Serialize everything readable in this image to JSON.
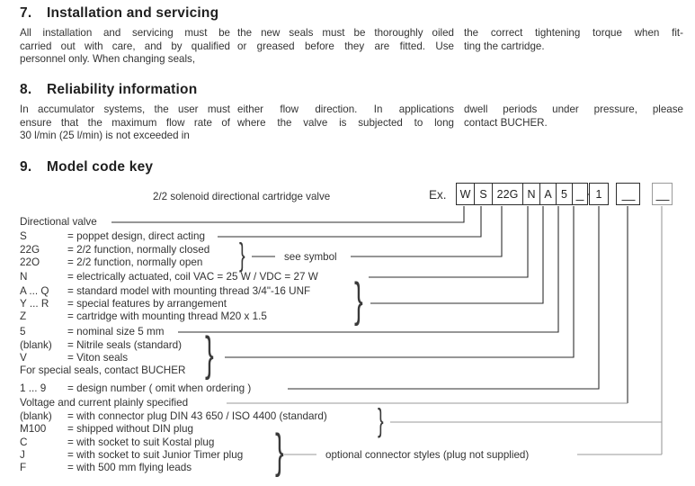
{
  "sections": [
    {
      "number": "7.",
      "title": "Installation and servicing",
      "columns": [
        {
          "lines": [
            "All installation and servicing must be",
            "carried out with care, and by qualified",
            "personnel only. When changing seals,"
          ]
        },
        {
          "lines": [
            "the new seals must be thoroughly oiled",
            "or greased before they are fitted. Use"
          ]
        },
        {
          "lines": [
            "the correct tightening torque when fit-",
            "ting the cartridge."
          ]
        }
      ]
    },
    {
      "number": "8.",
      "title": "Reliability information",
      "columns": [
        {
          "lines": [
            "In accumulator systems, the user must",
            "ensure that the maximum flow rate of",
            "30 l/min (25 l/min) is not exceeded in"
          ]
        },
        {
          "lines": [
            "either flow direction. In applications",
            "where the valve is subjected to long"
          ]
        },
        {
          "lines": [
            "dwell periods under pressure, please",
            "contact BUCHER."
          ]
        }
      ]
    },
    {
      "number": "9.",
      "title": "Model code key"
    }
  ],
  "model_code": {
    "caption": "2/2 solenoid directional cartridge valve",
    "example_label": "Ex.",
    "cells": [
      "W",
      "S",
      "22G",
      "N",
      "A",
      "5",
      ""
    ],
    "design_box": "1",
    "annotations": {
      "see_symbol": "see symbol",
      "optional_connectors": "optional connector styles (plug not supplied)"
    },
    "key_rows": [
      {
        "code": "Directional valve",
        "desc": ""
      },
      {
        "code": "S",
        "desc": "= poppet design, direct acting"
      },
      {
        "code": "22G",
        "desc": "= 2/2 function, normally closed"
      },
      {
        "code": "22O",
        "desc": "= 2/2 function, normally open"
      },
      {
        "code": "N",
        "desc": "= electrically actuated, coil VAC = 25 W / VDC = 27 W"
      },
      {
        "code": "A ... Q",
        "desc": "= standard model with mounting thread 3/4\"-16 UNF"
      },
      {
        "code": "Y ... R",
        "desc": "= special features by arrangement"
      },
      {
        "code": "Z",
        "desc": "= cartridge with mounting thread M20 x 1.5"
      },
      {
        "code": "5",
        "desc": "= nominal size 5 mm"
      },
      {
        "code": "(blank)",
        "desc": "= Nitrile seals (standard)"
      },
      {
        "code": "V",
        "desc": "= Viton seals"
      },
      {
        "code": "For special seals, contact BUCHER",
        "desc": ""
      },
      {
        "code": "1 ... 9",
        "desc": "= design number  ( omit when ordering )"
      },
      {
        "code": "Voltage and current plainly specified",
        "desc": ""
      },
      {
        "code": "(blank)",
        "desc": "= with connector plug DIN 43 650 / ISO 4400 (standard)"
      },
      {
        "code": "M100",
        "desc": "= shipped without DIN plug"
      },
      {
        "code": "C",
        "desc": "= with socket to suit Kostal plug"
      },
      {
        "code": "J",
        "desc": "= with socket to suit Junior Timer plug"
      },
      {
        "code": "F",
        "desc": "= with 500 mm flying leads"
      }
    ]
  },
  "glyphs": {
    "brace": "}"
  },
  "colors": {
    "line": "#2e2e2e",
    "gray_line": "#9a9a9a",
    "text": "#333333"
  }
}
